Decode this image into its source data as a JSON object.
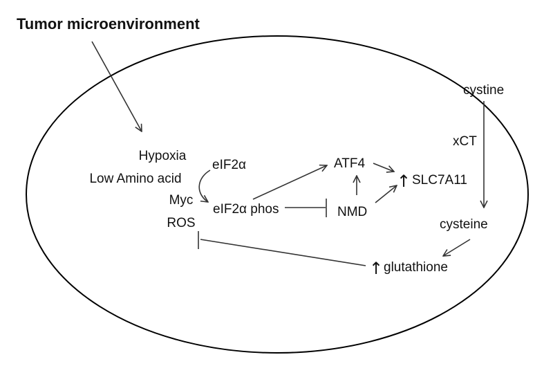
{
  "diagram": {
    "title": "Tumor microenvironment",
    "stresses": {
      "hypoxia": "Hypoxia",
      "low_amino_acid": "Low Amino acid",
      "myc": "Myc",
      "ros": "ROS"
    },
    "nodes": {
      "eif2a": "eIF2α",
      "eif2a_phos": "eIF2α phos",
      "atf4": "ATF4",
      "nmd": "NMD",
      "slc7a11": "SLC7A11",
      "cystine": "cystine",
      "xct": "xCT",
      "cysteine": "cysteine",
      "glutathione": "glutathione"
    },
    "up_symbol": "↑"
  }
}
